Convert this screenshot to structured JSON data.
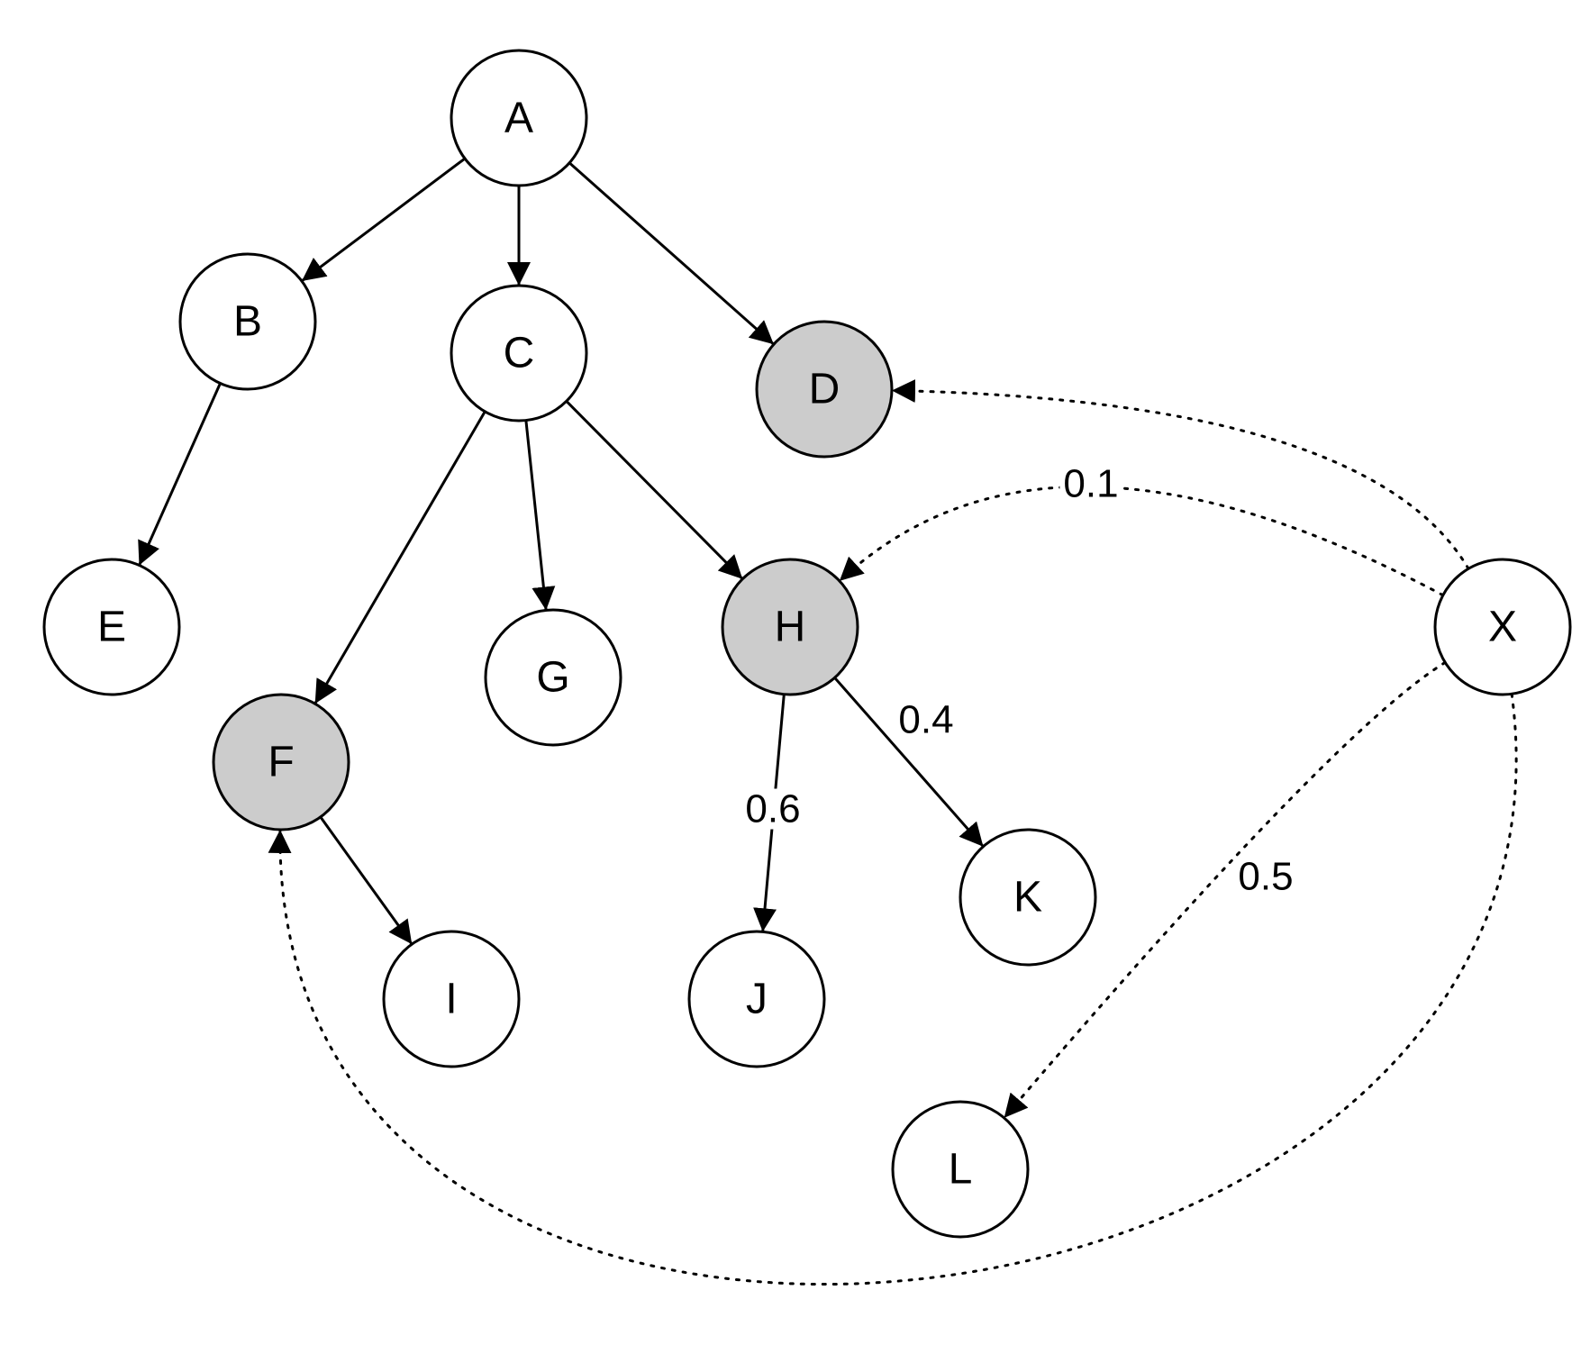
{
  "colors": {
    "default_fill": "#ffffff",
    "highlight_fill": "#cccccc",
    "stroke": "#000000"
  },
  "nodes": [
    {
      "id": "A",
      "label": "A",
      "highlighted": false
    },
    {
      "id": "B",
      "label": "B",
      "highlighted": false
    },
    {
      "id": "C",
      "label": "C",
      "highlighted": false
    },
    {
      "id": "D",
      "label": "D",
      "highlighted": true
    },
    {
      "id": "E",
      "label": "E",
      "highlighted": false
    },
    {
      "id": "F",
      "label": "F",
      "highlighted": true
    },
    {
      "id": "G",
      "label": "G",
      "highlighted": false
    },
    {
      "id": "H",
      "label": "H",
      "highlighted": true
    },
    {
      "id": "I",
      "label": "I",
      "highlighted": false
    },
    {
      "id": "J",
      "label": "J",
      "highlighted": false
    },
    {
      "id": "K",
      "label": "K",
      "highlighted": false
    },
    {
      "id": "L",
      "label": "L",
      "highlighted": false
    },
    {
      "id": "X",
      "label": "X",
      "highlighted": false
    }
  ],
  "edges": [
    {
      "from": "A",
      "to": "B",
      "style": "solid",
      "label": ""
    },
    {
      "from": "A",
      "to": "C",
      "style": "solid",
      "label": ""
    },
    {
      "from": "A",
      "to": "D",
      "style": "solid",
      "label": ""
    },
    {
      "from": "B",
      "to": "E",
      "style": "solid",
      "label": ""
    },
    {
      "from": "C",
      "to": "F",
      "style": "solid",
      "label": ""
    },
    {
      "from": "C",
      "to": "G",
      "style": "solid",
      "label": ""
    },
    {
      "from": "C",
      "to": "H",
      "style": "solid",
      "label": ""
    },
    {
      "from": "F",
      "to": "I",
      "style": "solid",
      "label": ""
    },
    {
      "from": "H",
      "to": "J",
      "style": "solid",
      "label": "0.6"
    },
    {
      "from": "H",
      "to": "K",
      "style": "solid",
      "label": "0.4"
    },
    {
      "from": "X",
      "to": "D",
      "style": "dotted",
      "label": ""
    },
    {
      "from": "X",
      "to": "H",
      "style": "dotted",
      "label": "0.1"
    },
    {
      "from": "X",
      "to": "L",
      "style": "dotted",
      "label": "0.5"
    },
    {
      "from": "X",
      "to": "F",
      "style": "dotted",
      "label": ""
    }
  ]
}
